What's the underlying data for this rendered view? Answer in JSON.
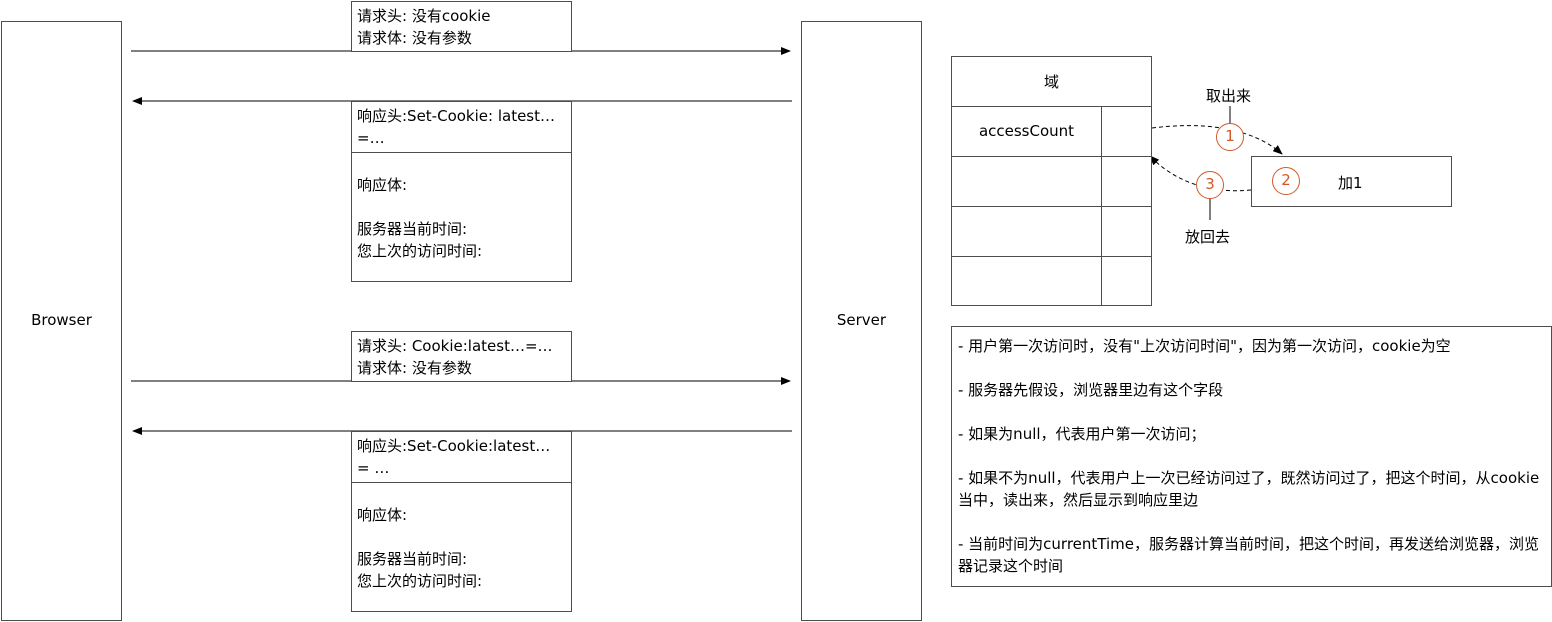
{
  "browser_label": "Browser",
  "server_label": "Server",
  "request1": {
    "header": "请求头: 没有cookie",
    "body": "请求体: 没有参数"
  },
  "response1": {
    "header_line1": "响应头:Set-Cookie: latest…",
    "header_line2": "=…",
    "body_title": "响应体:",
    "server_time": "服务器当前时间:",
    "last_visit": "您上次的访问时间:"
  },
  "request2": {
    "header": "请求头: Cookie:latest…=…",
    "body": "请求体: 没有参数"
  },
  "response2": {
    "header_line1": "响应头:Set-Cookie:latest…",
    "header_line2": "= …",
    "body_title": "响应体:",
    "server_time": "服务器当前时间:",
    "last_visit": "您上次的访问时间:"
  },
  "domain_table": {
    "title": "域",
    "key": "accessCount"
  },
  "steps": {
    "take_out_label": "取出来",
    "put_back_label": "放回去",
    "increment_label": "加1",
    "step1": "1",
    "step2": "2",
    "step3": "3",
    "accent_color": "#d05a2a"
  },
  "notes": [
    "- 用户第一次访问时，没有\"上次访问时间\"，因为第一次访问，cookie为空",
    "- 服务器先假设，浏览器里边有这个字段",
    "- 如果为null，代表用户第一次访问；",
    "- 如果不为null，代表用户上一次已经访问过了，既然访问过了，把这个时间，从cookie当中，读出来，然后显示到响应里边",
    "- 当前时间为currentTime，服务器计算当前时间，把这个时间，再发送给浏览器，浏览器记录这个时间"
  ]
}
